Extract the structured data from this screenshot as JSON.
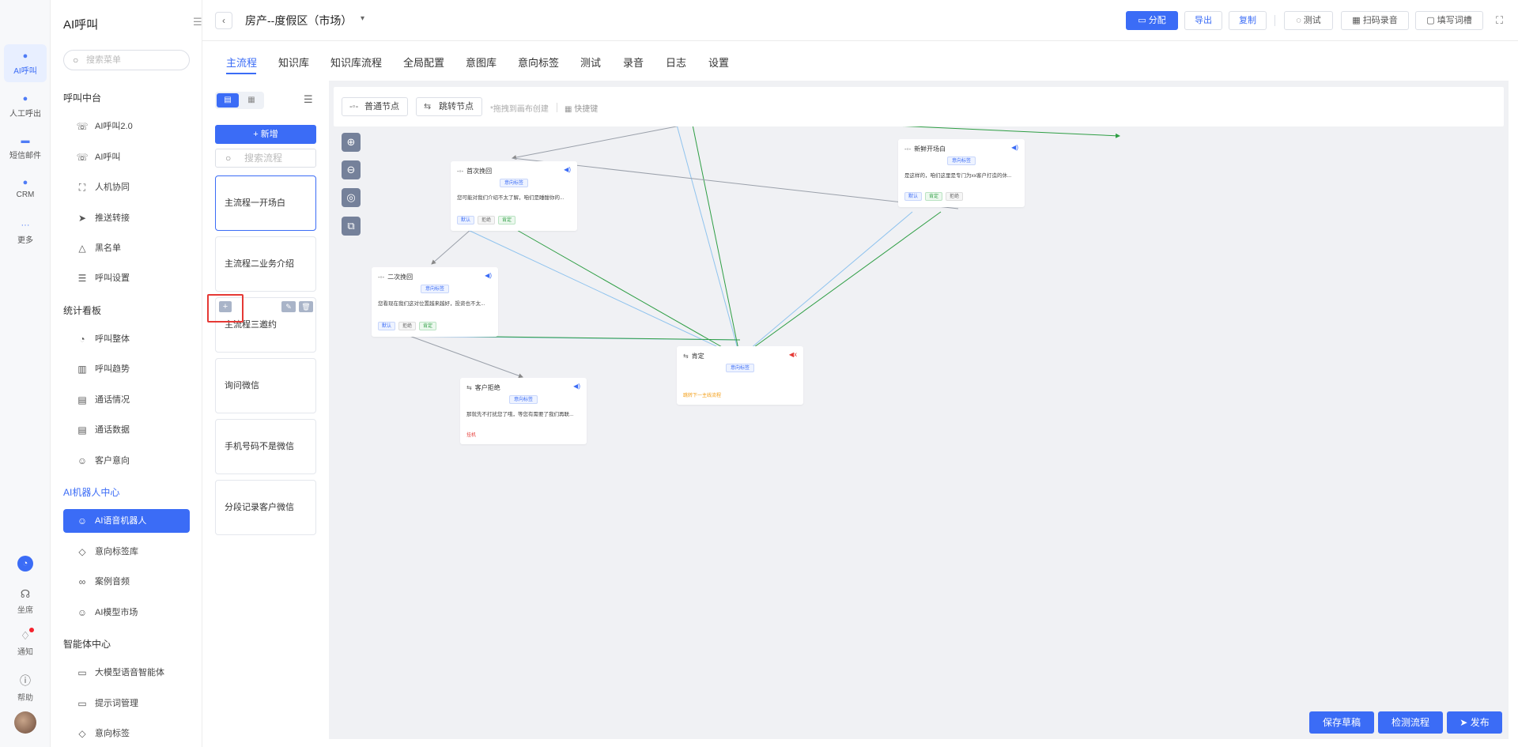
{
  "rail": {
    "items": [
      {
        "label": "AI呼叫",
        "icon": "ai-call-icon"
      },
      {
        "label": "人工呼出",
        "icon": "manual-call-icon"
      },
      {
        "label": "短信邮件",
        "icon": "sms-email-icon"
      },
      {
        "label": "CRM",
        "icon": "crm-icon"
      },
      {
        "label": "更多",
        "icon": "more-icon"
      }
    ],
    "bottom": [
      {
        "label": "坐席",
        "icon": "headset-icon"
      },
      {
        "label": "通知",
        "icon": "bell-icon"
      },
      {
        "label": "帮助",
        "icon": "help-icon"
      }
    ]
  },
  "sidebar": {
    "title": "AI呼叫",
    "search_placeholder": "搜索菜单",
    "groups": [
      {
        "label": "呼叫中台",
        "items": [
          {
            "label": "AI呼叫2.0",
            "icon": "phone-icon"
          },
          {
            "label": "AI呼叫",
            "icon": "phone-icon"
          },
          {
            "label": "人机协同",
            "icon": "scan-face-icon"
          },
          {
            "label": "推送转接",
            "icon": "send-icon"
          },
          {
            "label": "黑名单",
            "icon": "warning-icon"
          },
          {
            "label": "呼叫设置",
            "icon": "sliders-icon"
          }
        ]
      },
      {
        "label": "统计看板",
        "items": [
          {
            "label": "呼叫整体",
            "icon": "pie-chart-icon"
          },
          {
            "label": "呼叫趋势",
            "icon": "bar-chart-icon"
          },
          {
            "label": "通话情况",
            "icon": "document-icon"
          },
          {
            "label": "通话数据",
            "icon": "document-search-icon"
          },
          {
            "label": "客户意向",
            "icon": "smile-icon"
          }
        ]
      },
      {
        "label": "AI机器人中心",
        "items": [
          {
            "label": "AI语音机器人",
            "icon": "robot-icon"
          },
          {
            "label": "意向标签库",
            "icon": "tag-icon"
          },
          {
            "label": "案例音频",
            "icon": "voicemail-icon"
          },
          {
            "label": "AI模型市场",
            "icon": "smile-icon"
          }
        ]
      },
      {
        "label": "智能体中心",
        "items": [
          {
            "label": "大模型语音智能体",
            "icon": "chat-box-icon"
          },
          {
            "label": "提示词管理",
            "icon": "chat-box-icon"
          },
          {
            "label": "意向标签",
            "icon": "tag-icon"
          }
        ]
      }
    ]
  },
  "header": {
    "title": "房产--度假区（市场）",
    "buttons": {
      "assign": "分配",
      "export": "导出",
      "copy": "复制",
      "test": "测试",
      "scan_record": "扫码录音",
      "fill_slots": "填写词槽"
    }
  },
  "tabs": [
    "主流程",
    "知识库",
    "知识库流程",
    "全局配置",
    "意图库",
    "意向标签",
    "测试",
    "录音",
    "日志",
    "设置"
  ],
  "flow_list": {
    "add_label": "+ 新增",
    "search_placeholder": "搜索流程",
    "items": [
      "主流程一开场白",
      "主流程二业务介绍",
      "主流程三邀约",
      "询问微信",
      "手机号码不是微信",
      "分段记录客户微信"
    ]
  },
  "canvas_toolbar": {
    "normal_node": "普通节点",
    "jump_node": "跳转节点",
    "drag_hint": "*拖拽到画布创建",
    "shortcut": "快捷键"
  },
  "nodes": {
    "first_recover": {
      "title": "首次挽回",
      "tag": "意向标签",
      "text": "您可能对我们介绍不太了解，咱们是睡酣你的...",
      "branches": [
        "默认",
        "拒绝",
        "肯定"
      ]
    },
    "promo_opening": {
      "title": "新鲜开场白",
      "tag": "意向标签",
      "text": "是这样的，咱们这里是专门为xx客户打造的休...",
      "branches": [
        "默认",
        "肯定",
        "拒绝"
      ]
    },
    "second_recover": {
      "title": "二次挽回",
      "tag": "意向标签",
      "text": "您看现在我们这对位置越来越好，投资也不太...",
      "branches": [
        "默认",
        "拒绝",
        "肯定"
      ]
    },
    "confirm": {
      "title": "肯定",
      "tag": "意向标签",
      "footer": "跳转下一主线流程"
    },
    "customer_reject": {
      "title": "客户拒绝",
      "tag": "意向标签",
      "text": "那就先不打扰您了哦，等您有需要了我们再联...",
      "footer": "挂机"
    }
  },
  "footer_buttons": {
    "save_draft": "保存草稿",
    "check_flow": "检测流程",
    "publish": "发布"
  }
}
